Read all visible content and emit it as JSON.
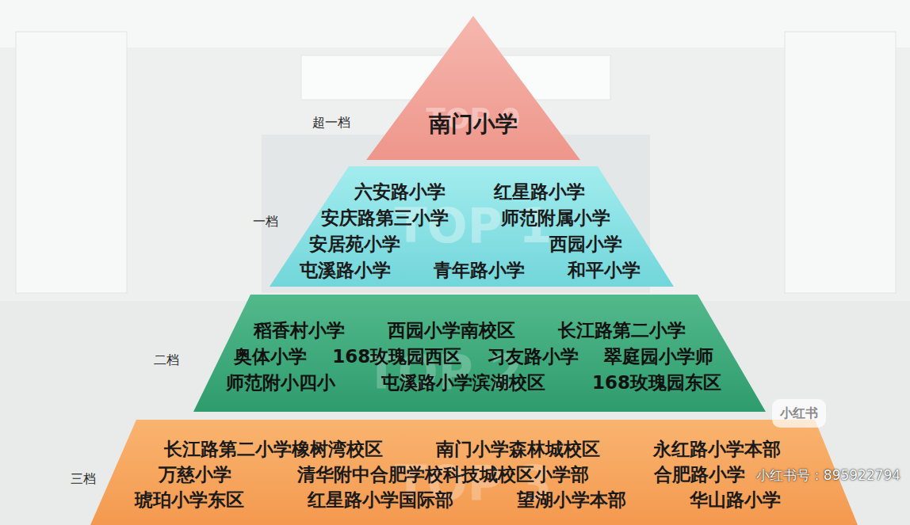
{
  "diagram": {
    "nodes": [
      {
        "text": [
          "超一档",
          "南门小学"
        ]
      },
      {
        "text": [
          "一档",
          "六安路小学",
          "红星路小学",
          "安庆路第三小学",
          "师范附属小学",
          "安居苑小学",
          "西园小学",
          "屯溪路小学",
          "青年路小学",
          "和平小学"
        ]
      },
      {
        "text": [
          "二档",
          "稻香村小学",
          "西园小学南校区",
          "长江路第二小学",
          "奥体小学",
          "168玫瑰园西区",
          "习友路小学",
          "翠庭园小学师",
          "师范附小四小",
          "屯溪路小学滨湖校区",
          "168玫瑰园东区"
        ]
      },
      {
        "text": [
          "三档",
          "长江路第二小学橡树湾校区",
          "南门小学森林城校区",
          "永红路小学本部",
          "万慈小学",
          "清华附中合肥学校科技城校区小学部",
          "合肥路小学",
          "琥珀小学东区",
          "红星路小学国际部",
          "望湖小学本部",
          "华山路小学"
        ]
      }
    ],
    "labels": [
      "TOP 0",
      "TOP 1",
      "TOP 2",
      "TOP 3",
      "小红书",
      "小红书号：895922794"
    ]
  }
}
